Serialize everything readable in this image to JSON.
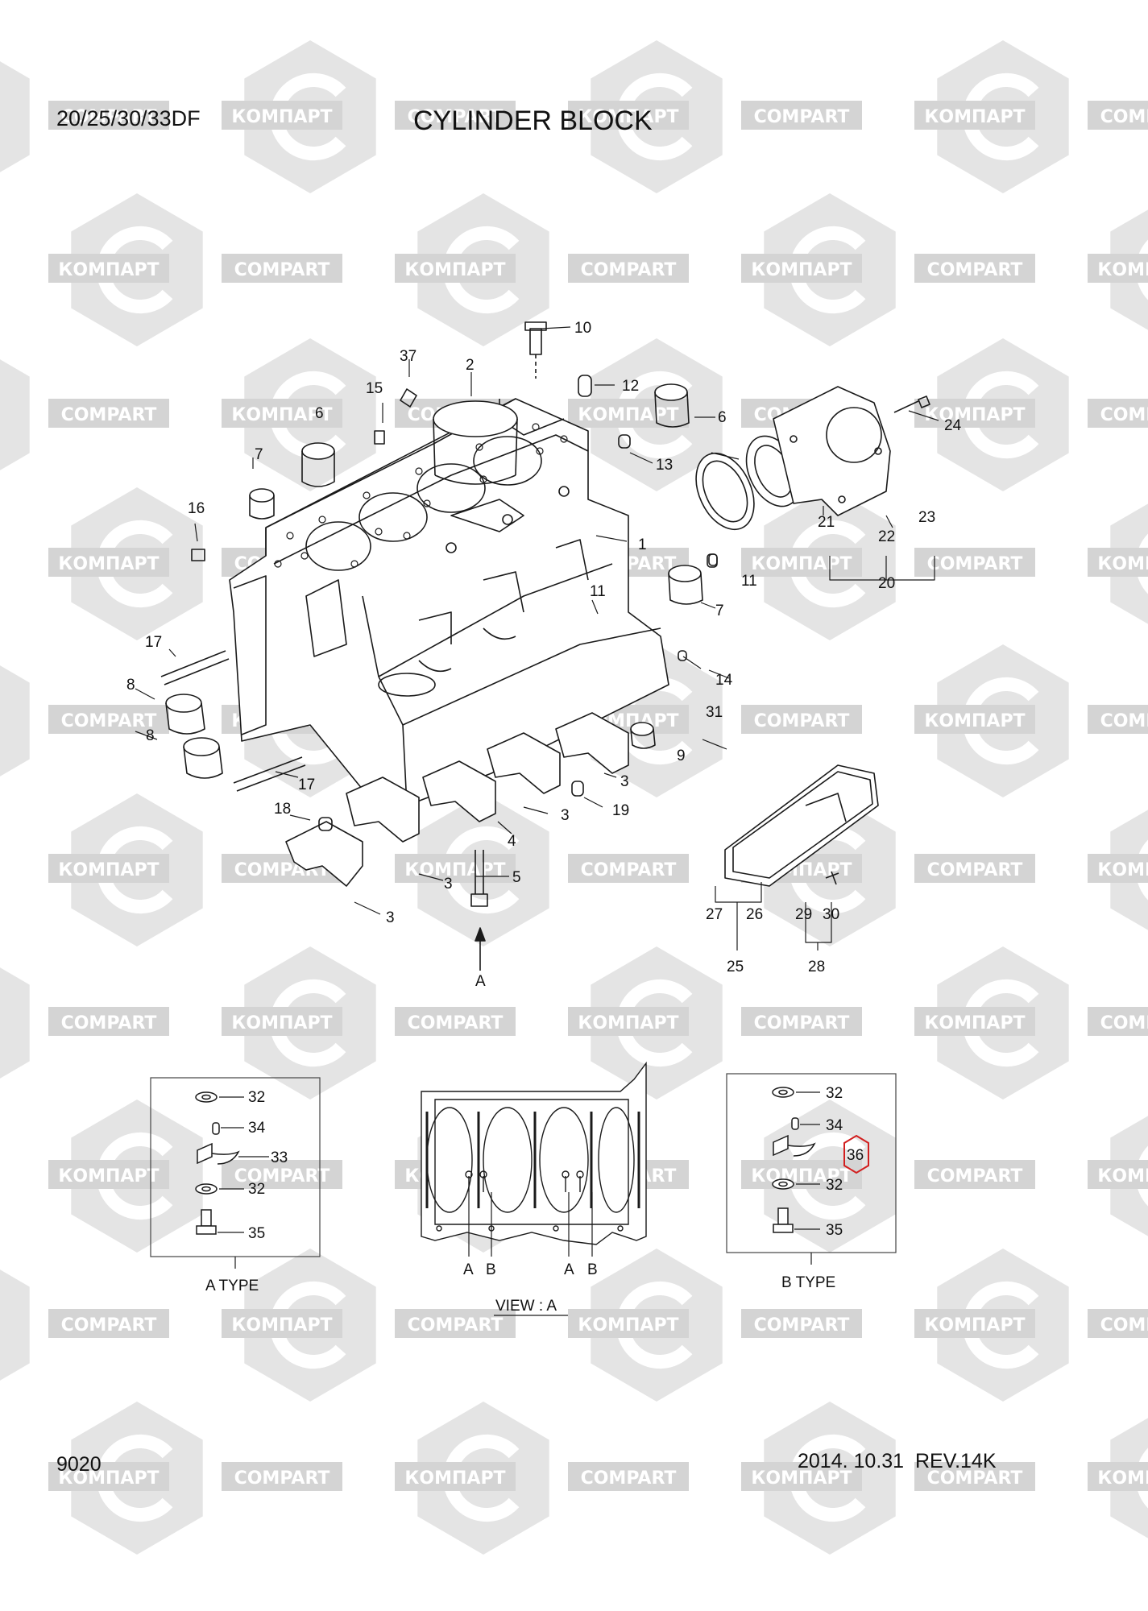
{
  "header": {
    "model": "20/25/30/33DF",
    "title": "CYLINDER BLOCK"
  },
  "footer": {
    "page_code": "9020",
    "revision": "2014. 10.31  REV.14K"
  },
  "watermark": {
    "text_cyrillic": "КОМПАРТ",
    "text_latin": "COMPART",
    "color": "#d4d4d4"
  },
  "main_view": {
    "callouts": [
      "10",
      "37",
      "2",
      "12",
      "15",
      "6",
      "6",
      "24",
      "7",
      "13",
      "16",
      "1",
      "21",
      "22",
      "23",
      "20",
      "11",
      "11",
      "7",
      "17",
      "14",
      "8",
      "31",
      "8",
      "9",
      "17",
      "3",
      "18",
      "19",
      "3",
      "4",
      "5",
      "3",
      "3",
      "27",
      "26",
      "29",
      "30",
      "25",
      "28"
    ],
    "direction_label": "A"
  },
  "a_type": {
    "label": "A TYPE",
    "callouts": [
      "32",
      "34",
      "33",
      "32",
      "35"
    ]
  },
  "view_a": {
    "label": "VIEW : A",
    "marks": [
      "A",
      "B",
      "A",
      "B"
    ]
  },
  "b_type": {
    "label": "B TYPE",
    "callouts": [
      "32",
      "34",
      "36",
      "32",
      "35"
    ],
    "highlight_color": "#d21f1f"
  }
}
